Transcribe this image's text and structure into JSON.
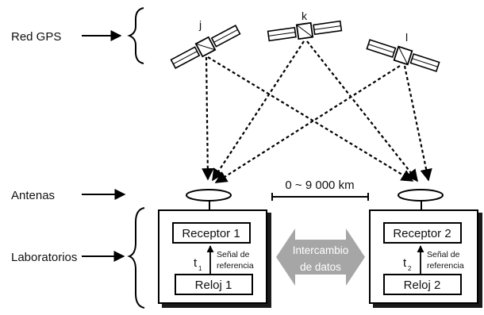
{
  "labels": {
    "red_gps": "Red GPS",
    "antenas": "Antenas",
    "laboratorios": "Laboratorios"
  },
  "satellites": [
    {
      "id": "j",
      "label": "j"
    },
    {
      "id": "k",
      "label": "k"
    },
    {
      "id": "l",
      "label": "l"
    }
  ],
  "distance": "0 ~ 9 000 km",
  "exchange": {
    "line1": "Intercambio",
    "line2": "de datos"
  },
  "lab1": {
    "receptor": "Receptor 1",
    "reloj": "Reloj 1",
    "t_main": "t",
    "t_sub": "1",
    "signal_line1": "Señal de",
    "signal_line2": "referencia"
  },
  "lab2": {
    "receptor": "Receptor 2",
    "reloj": "Reloj 2",
    "t_main": "t",
    "t_sub": "2",
    "signal_line1": "Señal de",
    "signal_line2": "referencia"
  },
  "colors": {
    "line": "#000000",
    "exchange_arrow": "#a6a6a6",
    "lab_shadow": "#1a1a1a"
  }
}
